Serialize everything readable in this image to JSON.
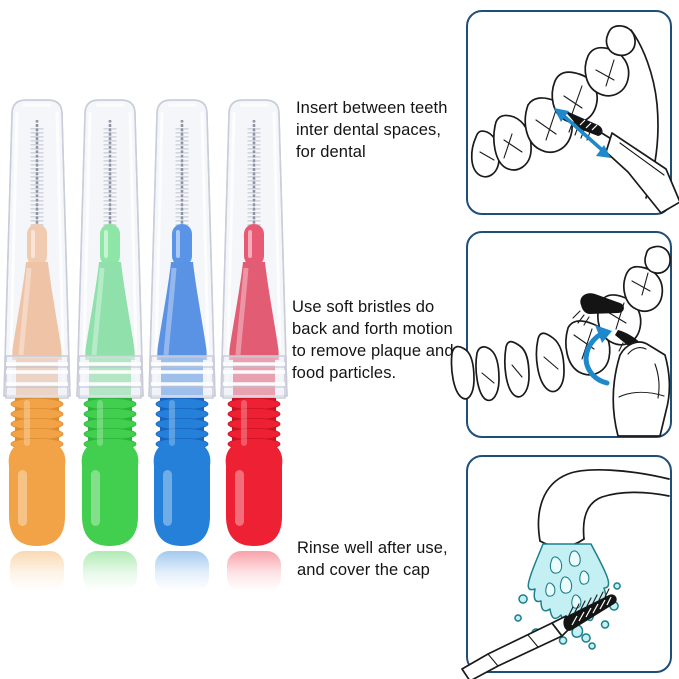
{
  "page": {
    "kind": "product-instruction-graphic"
  },
  "colors": {
    "background": "#ffffff",
    "text": "#141414",
    "ink": "#1a1a1a",
    "panel_border": "#1f4e79",
    "arrow": "#1e88cc",
    "water_fill": "#c4f0f3",
    "water_stroke": "#1d7f8d"
  },
  "product": {
    "description": "four interdental brushes with transparent caps",
    "brushes": [
      {
        "name": "beige-brush",
        "tip": "#f0cbb0",
        "cone": "#eec3a6",
        "shaft": "#e6b28c",
        "body": "#f2a348",
        "body_dark": "#dd8c2f"
      },
      {
        "name": "green-brush",
        "tip": "#8ee6a6",
        "cone": "#8fe0ab",
        "shaft": "#6eda8c",
        "body": "#42ce4e",
        "body_dark": "#2bb43c"
      },
      {
        "name": "blue-brush",
        "tip": "#5a94e8",
        "cone": "#5b93e4",
        "shaft": "#3d84de",
        "body": "#2480d8",
        "body_dark": "#1a64c0"
      },
      {
        "name": "red-brush",
        "tip": "#e85a74",
        "cone": "#e25c74",
        "shaft": "#e0425e",
        "body": "#ee2033",
        "body_dark": "#c91222"
      }
    ]
  },
  "steps": [
    {
      "text": "Insert between teeth\ninter dental spaces,\nfor dental",
      "illustration": "insert-between-teeth"
    },
    {
      "text": "Use soft bristles do\nback and forth motion\nto remove plaque and\nfood particles.",
      "illustration": "back-and-forth-motion"
    },
    {
      "text": "Rinse well after use,\nand cover the cap",
      "illustration": "rinse-under-faucet"
    }
  ]
}
